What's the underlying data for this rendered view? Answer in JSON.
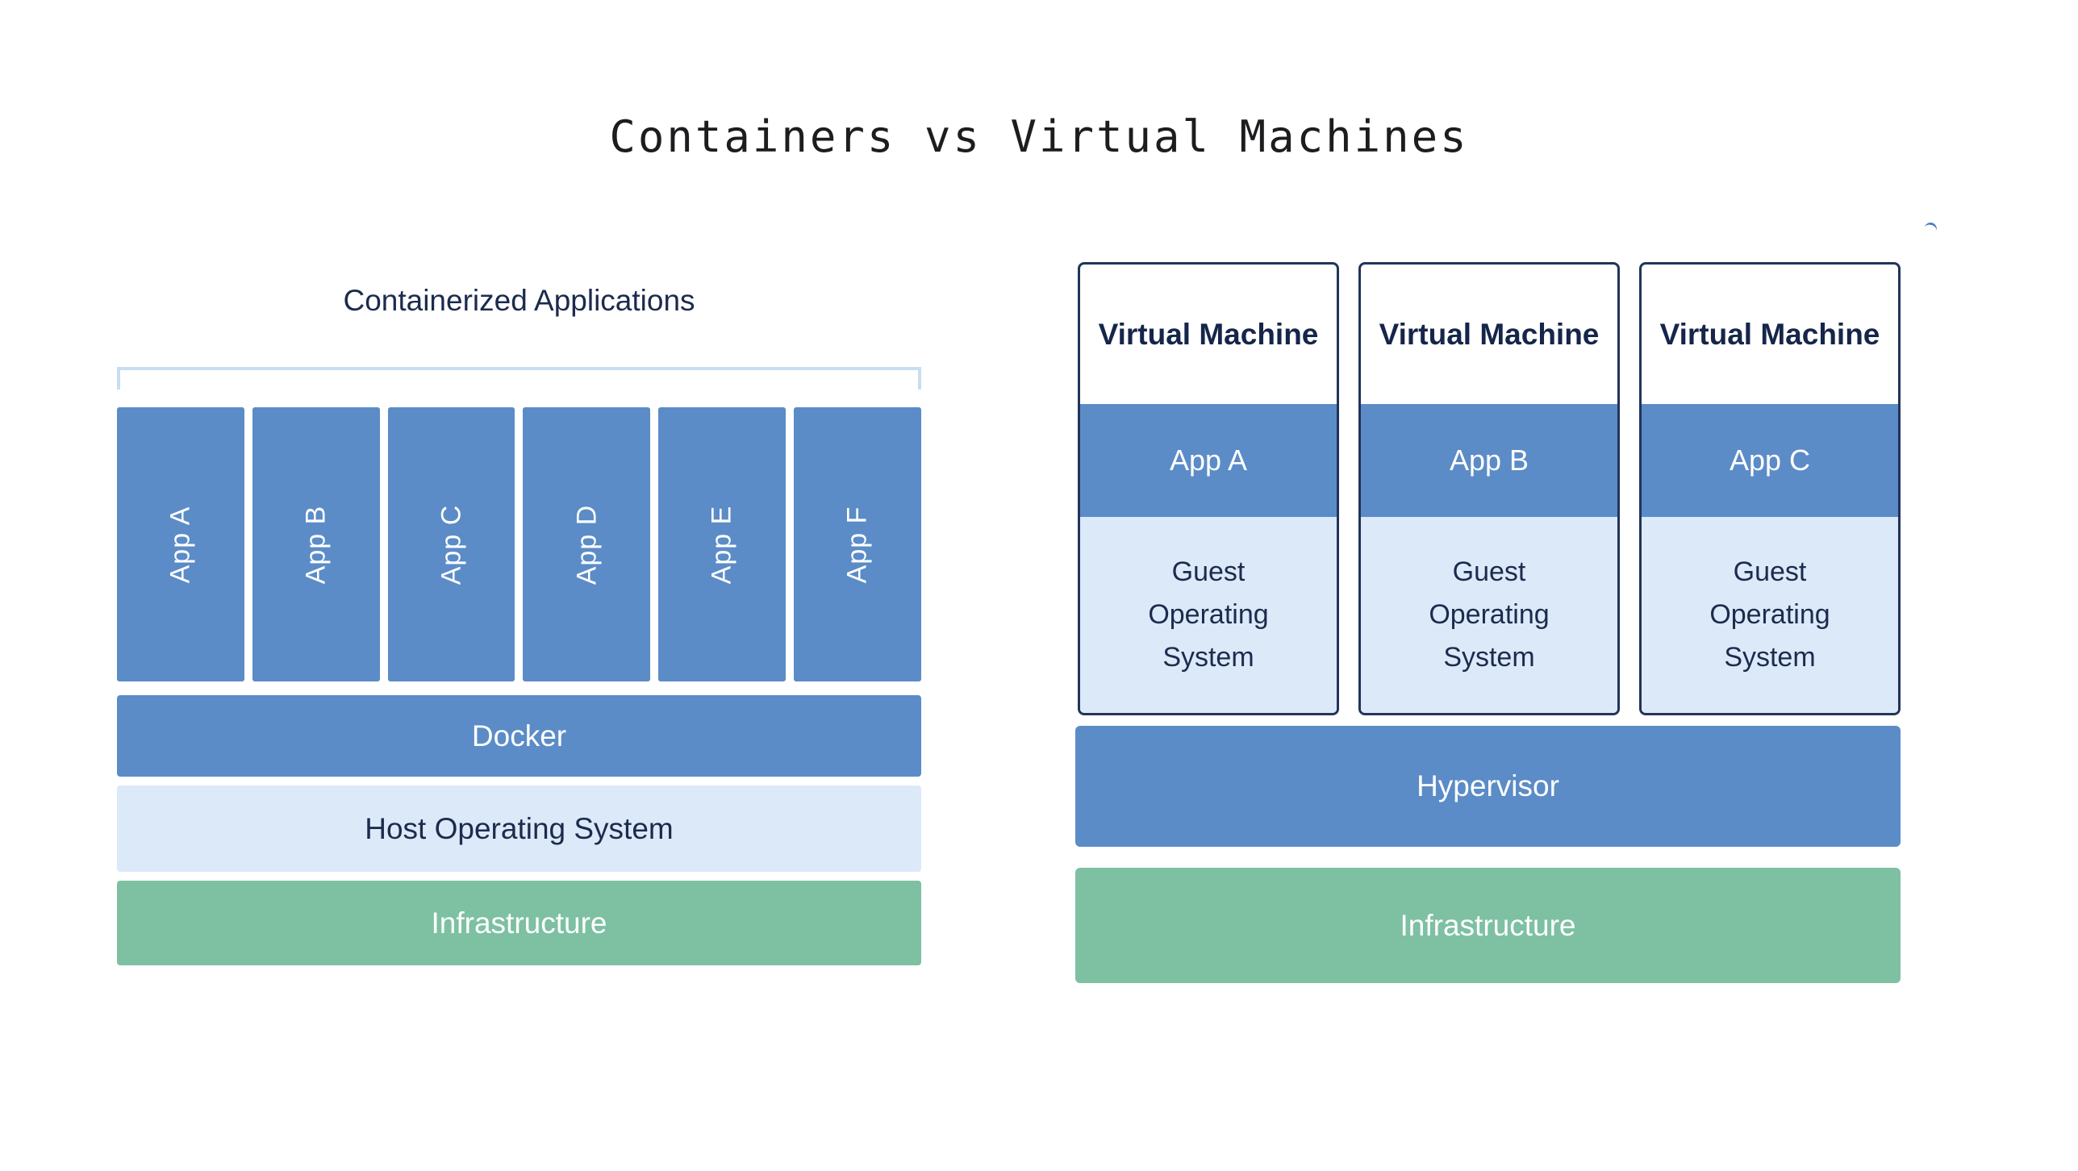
{
  "title": "Containers vs Virtual Machines",
  "left": {
    "heading": "Containerized Applications",
    "apps": [
      "App A",
      "App B",
      "App C",
      "App D",
      "App E",
      "App F"
    ],
    "docker": "Docker",
    "host_os": "Host Operating System",
    "infrastructure": "Infrastructure"
  },
  "right": {
    "vms": [
      {
        "title": "Virtual Machine",
        "app": "App A",
        "guest_os": "Guest Operating System"
      },
      {
        "title": "Virtual Machine",
        "app": "App B",
        "guest_os": "Guest Operating System"
      },
      {
        "title": "Virtual Machine",
        "app": "App C",
        "guest_os": "Guest Operating System"
      }
    ],
    "hypervisor": "Hypervisor",
    "infrastructure": "Infrastructure"
  },
  "colors": {
    "bar_blue": "#5b8cc7",
    "light_blue": "#dce9f8",
    "green": "#7dc0a2",
    "navy_text": "#1c2b4d",
    "vm_border": "#22345a",
    "bracket_blue": "#c9ddf0"
  }
}
